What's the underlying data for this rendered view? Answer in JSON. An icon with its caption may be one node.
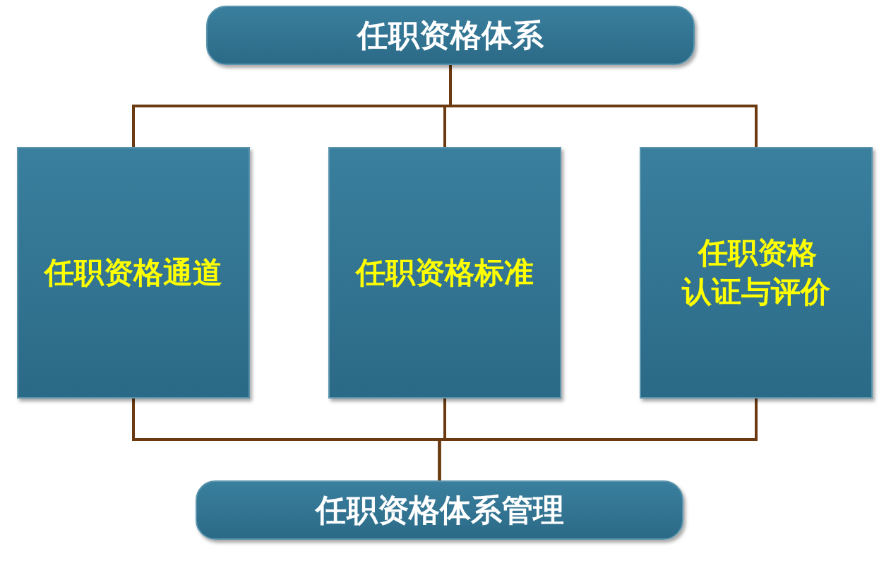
{
  "diagram": {
    "nodes": [
      {
        "text": [
          "任职资格体系"
        ]
      },
      {
        "text": [
          "任职资格通道"
        ]
      },
      {
        "text": [
          "任职资格标准"
        ]
      },
      {
        "text": [
          "任职资格认证与评价"
        ]
      },
      {
        "text": [
          "任职资格体系管理"
        ]
      }
    ],
    "edges": [
      {
        "from": 0,
        "to": 1,
        "arrow": "none"
      },
      {
        "from": 0,
        "to": 2,
        "arrow": "none"
      },
      {
        "from": 0,
        "to": 3,
        "arrow": "none"
      },
      {
        "from": 1,
        "to": 4,
        "arrow": "none"
      },
      {
        "from": 2,
        "to": 4,
        "arrow": "none"
      },
      {
        "from": 3,
        "to": 4,
        "arrow": "none"
      }
    ]
  }
}
